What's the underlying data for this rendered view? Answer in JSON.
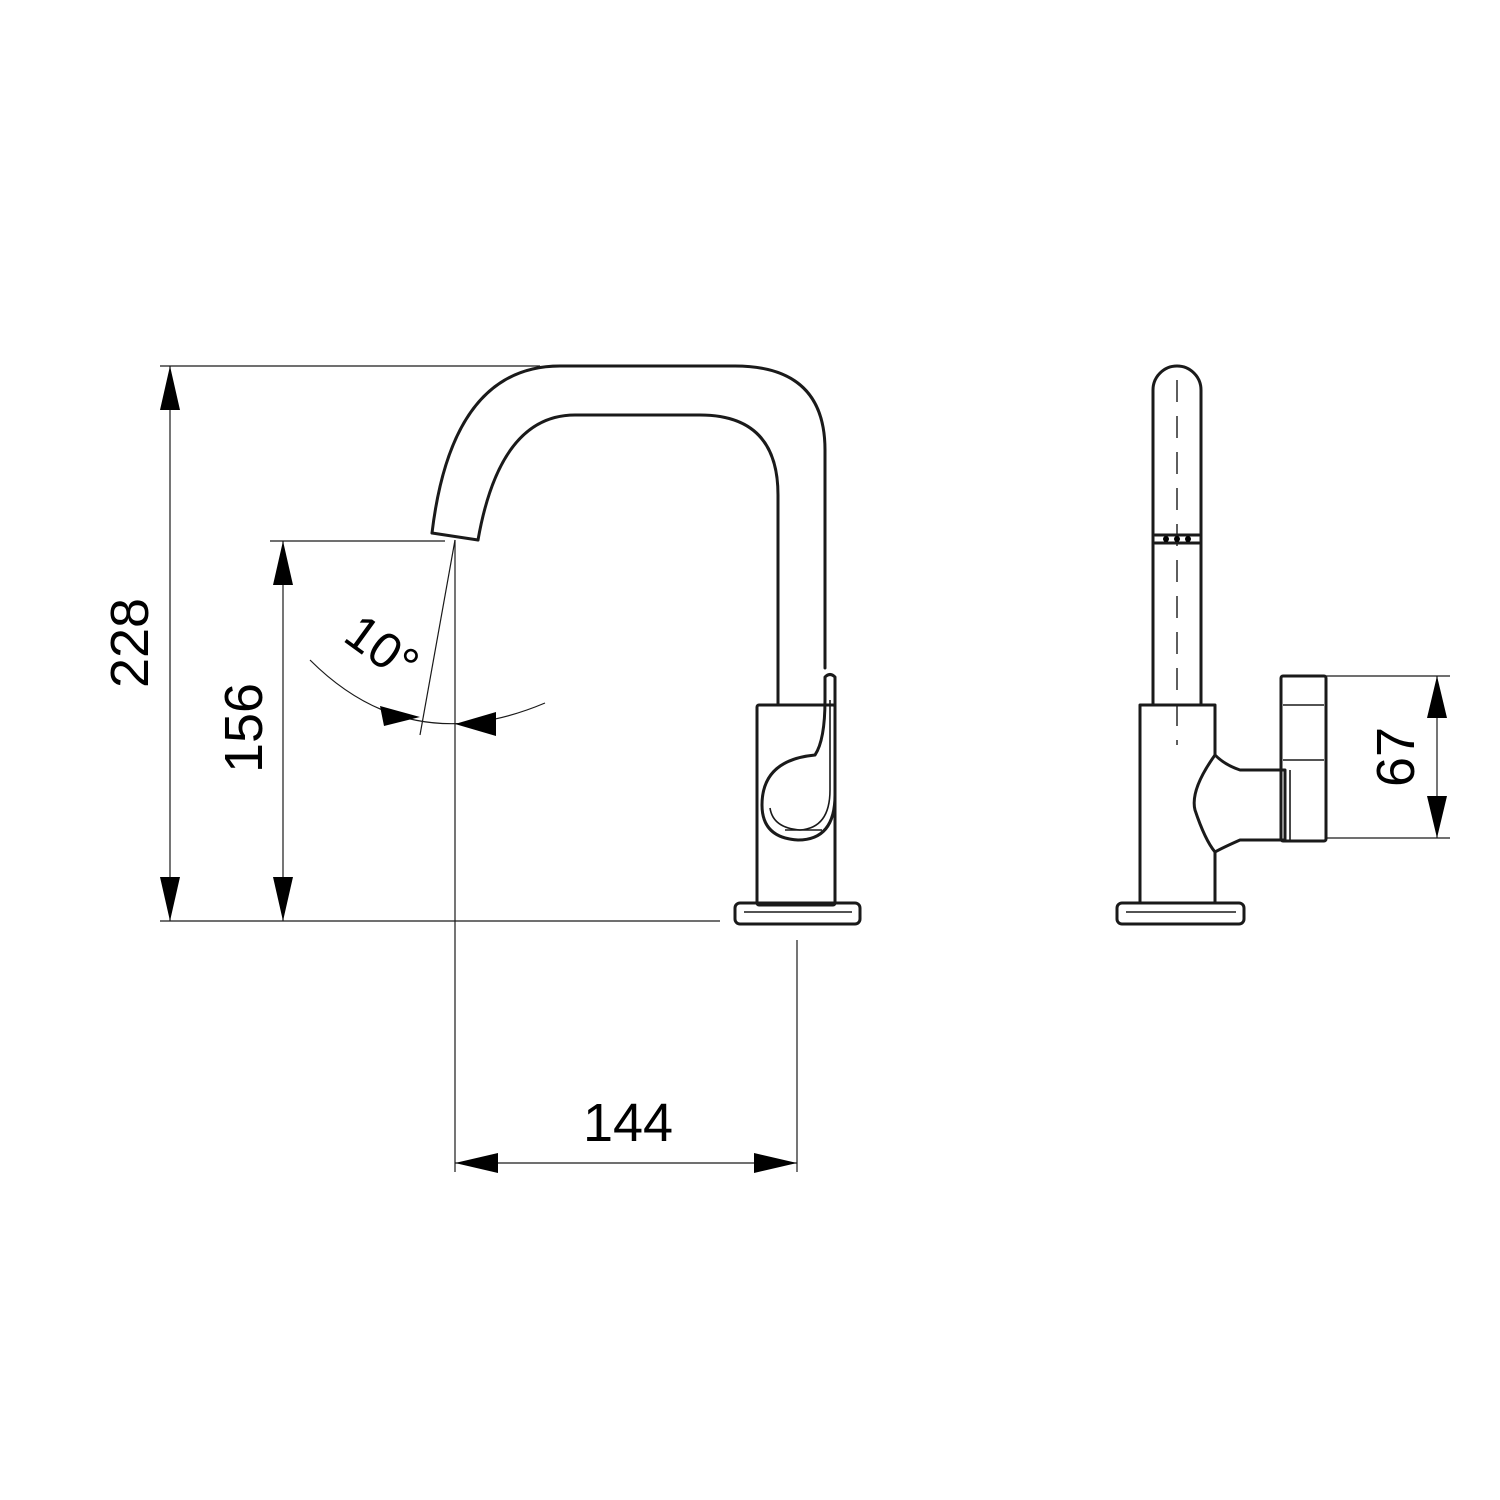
{
  "colors": {
    "line": "#1a1a1a",
    "background": "#ffffff"
  },
  "dimensions": {
    "total_height": "228",
    "spout_height": "156",
    "spout_reach": "144",
    "angle": "10°",
    "handle_height": "67"
  }
}
